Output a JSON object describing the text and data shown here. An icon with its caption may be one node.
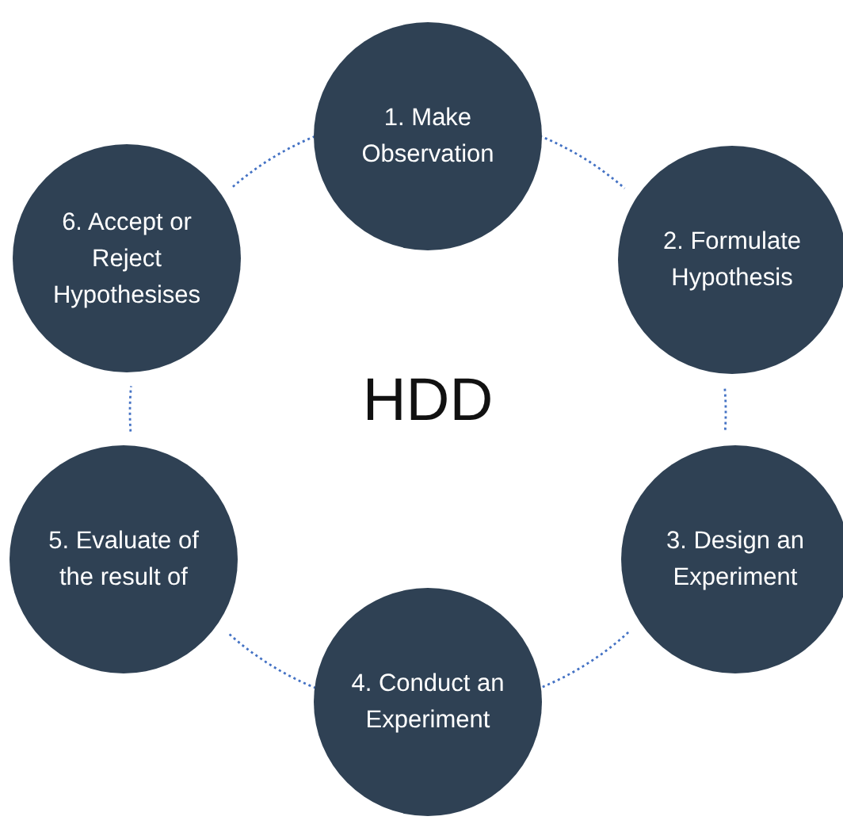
{
  "diagram": {
    "title": "HDD",
    "nodes": [
      {
        "text": [
          "1. Make Observation"
        ]
      },
      {
        "text": [
          "2. Formulate Hypothesis"
        ]
      },
      {
        "text": [
          "3. Design an Experiment"
        ]
      },
      {
        "text": [
          "4. Conduct an Experiment"
        ]
      },
      {
        "text": [
          "5. Evaluate of the result of"
        ]
      },
      {
        "text": [
          "6. Accept or Reject Hypothesises"
        ]
      }
    ],
    "edges": [
      {
        "from": 0,
        "to": 1,
        "arrow": "none",
        "style": "dashed"
      },
      {
        "from": 1,
        "to": 2,
        "arrow": "none",
        "style": "dashed"
      },
      {
        "from": 2,
        "to": 3,
        "arrow": "none",
        "style": "dashed"
      },
      {
        "from": 3,
        "to": 4,
        "arrow": "none",
        "style": "dashed"
      },
      {
        "from": 4,
        "to": 5,
        "arrow": "none",
        "style": "dashed"
      },
      {
        "from": 5,
        "to": 0,
        "arrow": "none",
        "style": "dashed"
      }
    ]
  }
}
